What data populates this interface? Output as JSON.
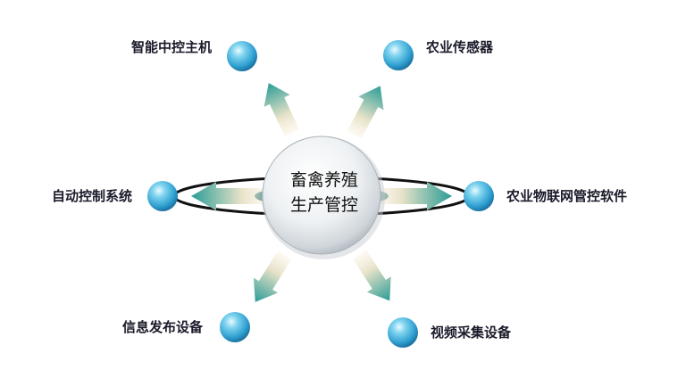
{
  "hub": {
    "line1": "畜禽养殖",
    "line2": "生产管控"
  },
  "nodes": {
    "top_left": "智能中控主机",
    "top_right": "农业传感器",
    "left": "自动控制系统",
    "right": "农业物联网管控软件",
    "bottom_left": "信息发布设备",
    "bottom_right": "视频采集设备"
  },
  "colors": {
    "sphere_light": "#bfeaf7",
    "sphere_mid": "#3fb4de",
    "sphere_dark": "#1b7fb3",
    "arrow_tip": "#2a9e98",
    "arrow_base": "#f5e6cc",
    "ring": "#111111",
    "ring_inner": "#1a6f7a",
    "hub_light": "#ffffff",
    "hub_mid": "#e3e7ea",
    "hub_dark": "#b9c0c6"
  }
}
